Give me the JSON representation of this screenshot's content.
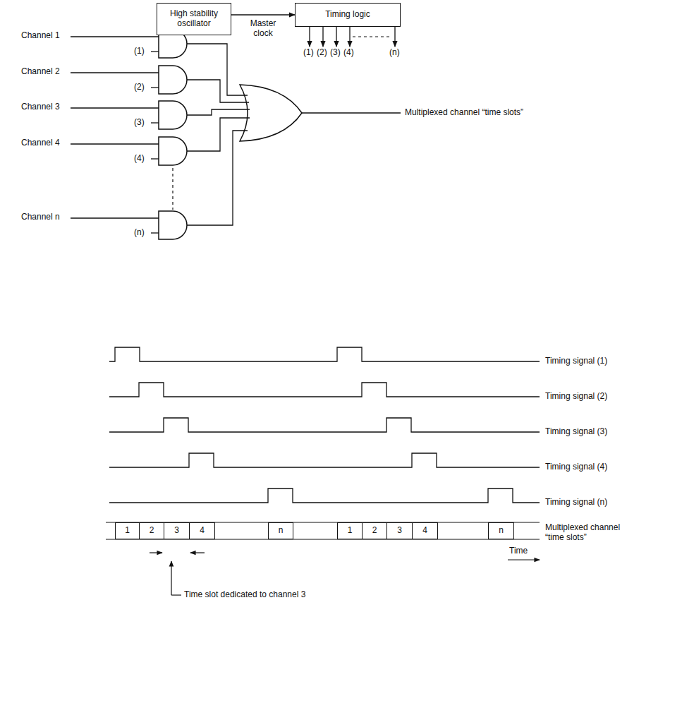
{
  "diagram": {
    "nodes": [
      {
        "text": [
          "High stability oscillator"
        ]
      },
      {
        "text": [
          "Timing logic"
        ]
      },
      {
        "text": [
          "1"
        ]
      },
      {
        "text": [
          "2"
        ]
      },
      {
        "text": [
          "3"
        ]
      },
      {
        "text": [
          "4"
        ]
      },
      {
        "text": [
          "n"
        ]
      },
      {
        "text": [
          "1"
        ]
      },
      {
        "text": [
          "2"
        ]
      },
      {
        "text": [
          "3"
        ]
      },
      {
        "text": [
          "4"
        ]
      },
      {
        "text": [
          "n"
        ]
      }
    ],
    "edges": [
      {
        "from": 0,
        "to": 1,
        "arrow": "to",
        "label": "Master clock"
      }
    ],
    "labels": [
      "(1)",
      "(2)",
      "(3)",
      "(4)",
      "(n)",
      "Channel 1",
      "(1)",
      "Channel 2",
      "(2)",
      "Channel 3",
      "(3)",
      "Channel 4",
      "(4)",
      "Channel n",
      "(n)",
      "Multiplexed channel “time slots”",
      "Timing signal (1)",
      "Timing signal (2)",
      "Timing signal (3)",
      "Timing signal (4)",
      "Timing signal (n)",
      "Multiplexed channel “time slots”",
      "Time",
      "Time slot dedicated to channel 3"
    ]
  }
}
